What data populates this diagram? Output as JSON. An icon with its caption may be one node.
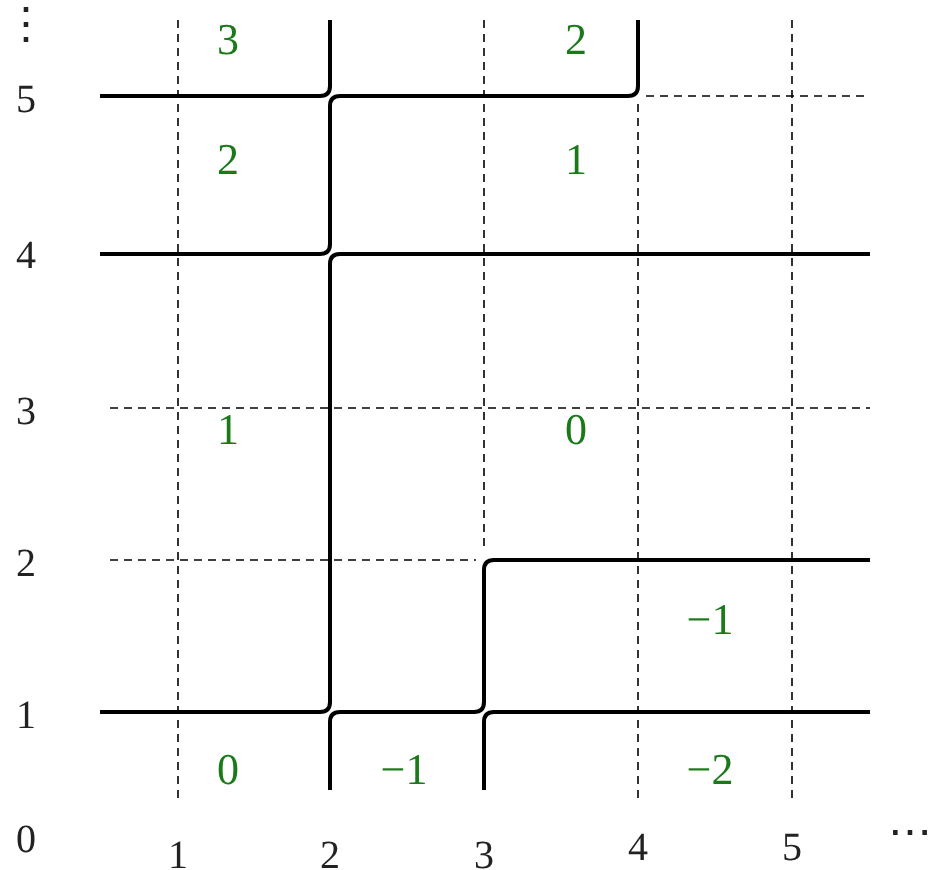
{
  "diagram": {
    "labels": [
      "⋮",
      "3",
      "2",
      "5",
      "2",
      "1",
      "4",
      "3",
      "1",
      "0",
      "2",
      "−1",
      "1",
      "0",
      "−1",
      "−2",
      "0",
      "1",
      "2",
      "3",
      "4",
      "5",
      "⋯"
    ]
  }
}
